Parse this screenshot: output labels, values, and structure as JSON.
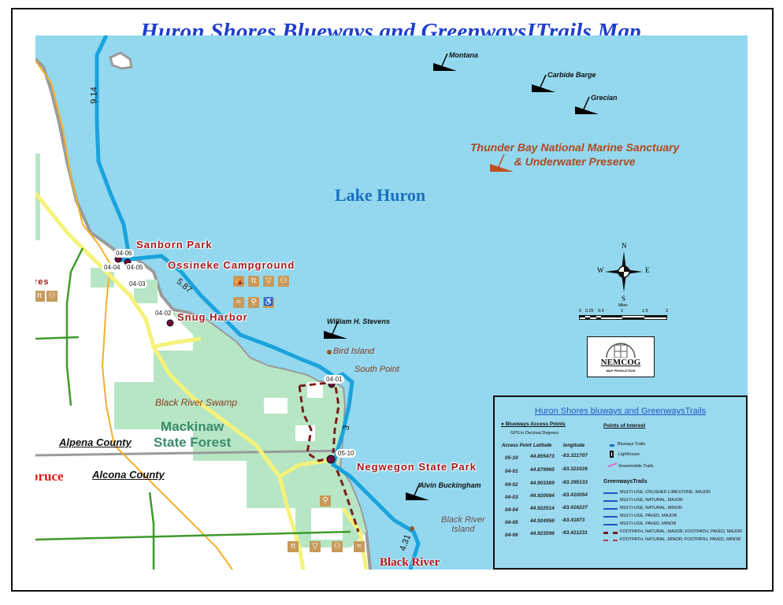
{
  "title": "Huron Shores Blueways and GreenwaysITrails Map",
  "colors": {
    "water": "#94d8ef",
    "land": "#ffffff",
    "forest": "#b7e6c4",
    "blueway": "#1aa3dc",
    "shoreline": "#9a9a9a",
    "trail_yellow": "#f5f27a",
    "road_orange": "#f2b02a",
    "trail_green": "#3e9a2c",
    "footpath": "#7a1d1d",
    "title_blue": "#1d3ecf",
    "poi_red": "#a3171b"
  },
  "map": {
    "lake_label": "Lake Huron",
    "sanctuary_label_line1": "Thunder Bay National Marine Sanctuary",
    "sanctuary_label_line2": "& Underwater Preserve",
    "segment_distances": [
      "9.14",
      "5.87",
      "3",
      "4.31"
    ],
    "shipwrecks": [
      {
        "name": "Montana"
      },
      {
        "name": "Carbide Barge"
      },
      {
        "name": "Grecian"
      },
      {
        "name": "William H. Stevens"
      },
      {
        "name": "Alvin Buckingham"
      }
    ],
    "places": {
      "sanborn_park": "Sanborn Park",
      "ossineke_campground": "Ossineke Campground",
      "snug_harbor": "Snug Harbor",
      "negwegon_state_park": "Negwegon State Park",
      "black_river": "Black River",
      "partial_left_top": "res",
      "partial_left_bottom": "pruce"
    },
    "features": {
      "bird_island": "Bird Island",
      "south_point": "South Point",
      "black_river_island_line1": "Black River",
      "black_river_island_line2": "Island",
      "black_river_swamp": "Black River Swamp",
      "forest_line1": "Mackinaw",
      "forest_line2": "State Forest",
      "alpena_county": "Alpena County",
      "alcona_county": "Alcona County"
    },
    "access_tags": [
      "04-06",
      "04-04",
      "04-05",
      "04-03",
      "04-02",
      "04-01",
      "05-10"
    ],
    "compass": {
      "n": "N",
      "s": "S",
      "e": "E",
      "w": "W"
    },
    "scale": {
      "unit": "Miles",
      "ticks": [
        "0",
        "0.25",
        "0.5",
        "1",
        "1.5",
        "2"
      ]
    },
    "logo": {
      "name": "NEMCOG",
      "subtitle": "MAP PRODUCTION"
    }
  },
  "legend": {
    "title": "Huron Shores bluways and GreenwaysTrails",
    "access_points_heading": "Blueways Access Points",
    "gps_note": "GPS in Decimal Degrees",
    "columns": [
      "Access Point",
      "Latitude",
      "longitude"
    ],
    "rows": [
      {
        "id": "05-10",
        "lat": "44.855473",
        "lon": "-83.321707"
      },
      {
        "id": "04-01",
        "lat": "44.879965",
        "lon": "-83.321026"
      },
      {
        "id": "04-02",
        "lat": "44.903389",
        "lon": "-83.395133"
      },
      {
        "id": "04-03",
        "lat": "44.920084",
        "lon": "-83.410054"
      },
      {
        "id": "04-04",
        "lat": "44.922514",
        "lon": "-83.416227"
      },
      {
        "id": "04-05",
        "lat": "44.924956",
        "lon": "-83.41873"
      },
      {
        "id": "04-06",
        "lat": "44.923596",
        "lon": "-83.421231"
      }
    ],
    "poi_heading": "Points of Interest",
    "poi_items": [
      "Bluways Trails",
      "Lighthouse",
      "Snowmobile Trails"
    ],
    "greenways_heading": "GreenwaysTrails",
    "greenways_items": [
      "MULTI-USE, CRUSHED LIMESTONE, MAJOR",
      "MULTI-USE, NATURAL, MAJOR",
      "MULTI-USE, NATURAL, MINOR",
      "MULTI-USE, PAVED, MAJOR",
      "MULTI-USE, PAVED, MINOR",
      "FOOTPATH, NATURAL, MAJOR; FOOTPATH, PAVED, MAJOR",
      "FOOTPATH, NATURAL, MINOR; FOOTPATH, PAVED, MINOR"
    ]
  },
  "amenity_icons": {
    "ossineke_row1": [
      "campground-icon",
      "picnic-icon",
      "drinking-water-icon",
      "restrooms-icon"
    ],
    "ossineke_row2": [
      "swimming-icon",
      "hiking-icon",
      "accessible-fishing-icon"
    ],
    "left_partial": [
      "picnic-icon",
      "restrooms-icon"
    ],
    "negwegon": [
      "hiking-icon"
    ],
    "black_river": [
      "picnic-icon",
      "drinking-water-icon",
      "restrooms-icon",
      "swimming-icon"
    ]
  }
}
